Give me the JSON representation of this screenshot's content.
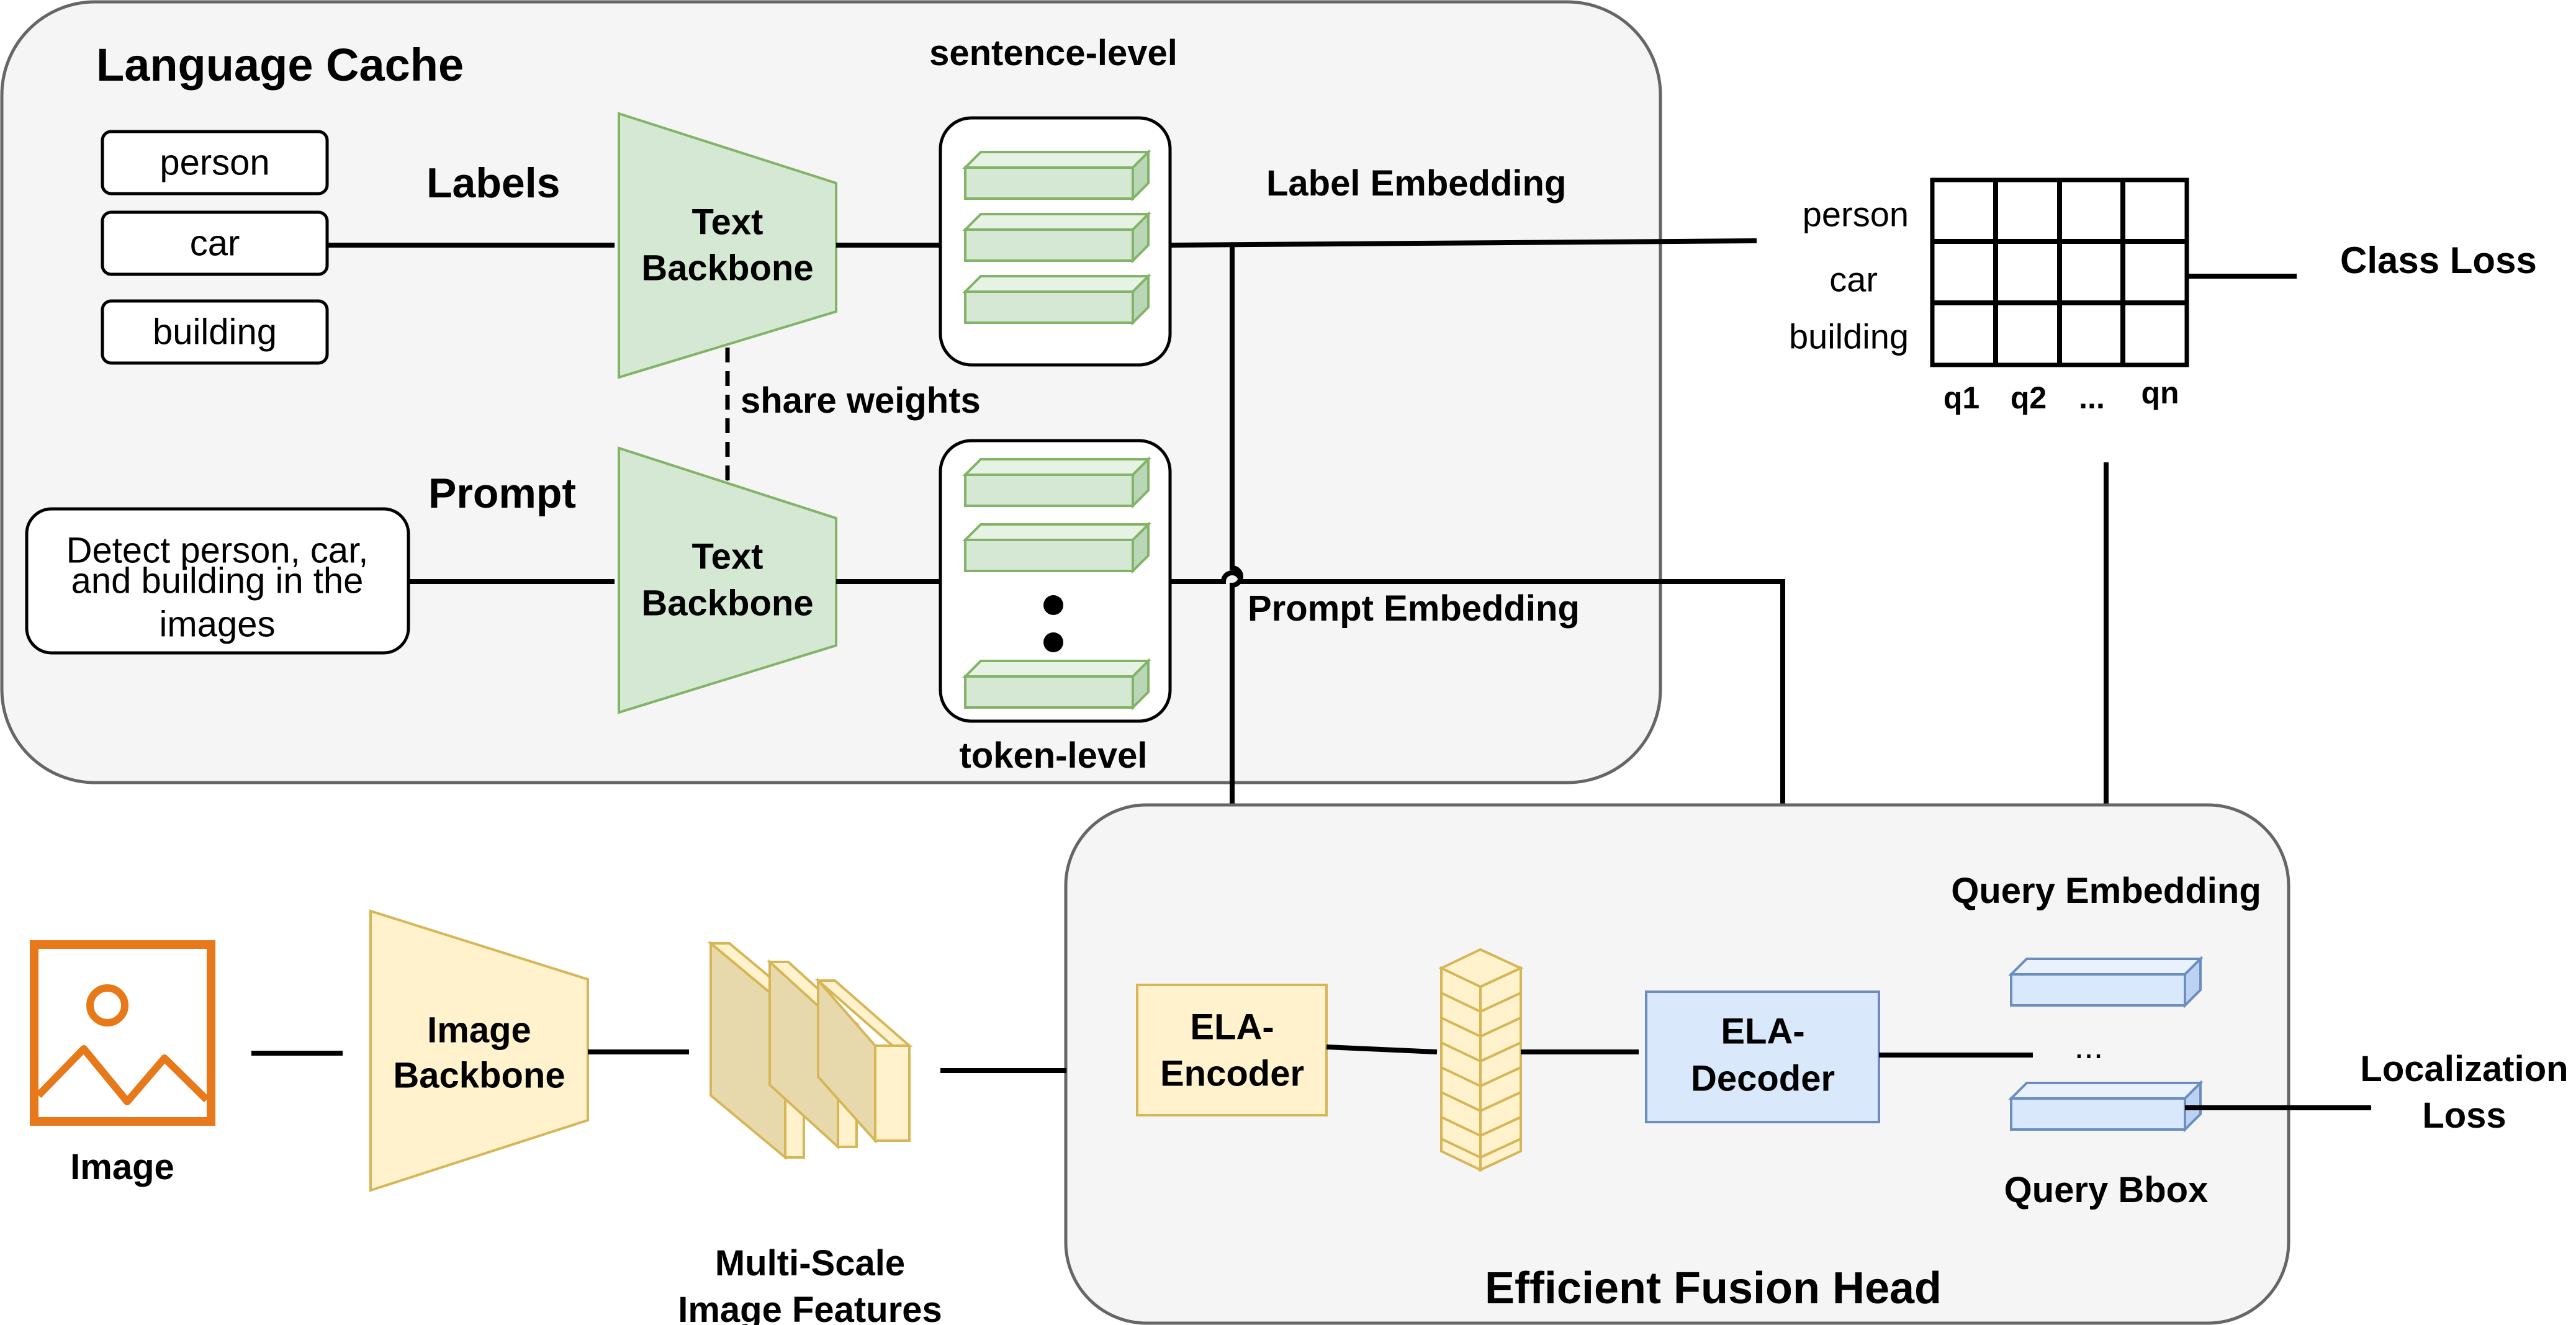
{
  "language_cache": {
    "title": "Language Cache",
    "labels_heading": "Labels",
    "prompt_heading": "Prompt",
    "label_items": [
      "person",
      "car",
      "building"
    ],
    "prompt_text_lines": [
      "Detect person, car,",
      "and building in the",
      "images"
    ],
    "text_backbone_line1": "Text",
    "text_backbone_line2": "Backbone",
    "share_weights": "share weights",
    "sentence_level": "sentence-level",
    "token_level": "token-level",
    "label_embedding": "Label Embedding",
    "prompt_embedding": "Prompt Embedding"
  },
  "similarity": {
    "row_labels": [
      "person",
      "car",
      "building"
    ],
    "column_labels": [
      "q1",
      "q2",
      "...",
      "qn"
    ],
    "class_loss": "Class Loss"
  },
  "image_branch": {
    "image_label": "Image",
    "image_backbone_line1": "Image",
    "image_backbone_line2": "Backbone",
    "features_line1": "Multi-Scale",
    "features_line2": "Image Features"
  },
  "fusion_head": {
    "title": "Efficient Fusion Head",
    "encoder_line1": "ELA-",
    "encoder_line2": "Encoder",
    "decoder_line1": "ELA-",
    "decoder_line2": "Decoder",
    "query_embedding": "Query Embedding",
    "query_bbox": "Query Bbox",
    "query_ellipsis": "...",
    "localization_loss_line1": "Localization",
    "localization_loss_line2": "Loss"
  },
  "colors": {
    "text_backbone_fill": "#d5e8d4",
    "image_backbone_fill": "#fff2cc",
    "decoder_fill": "#dae8fc",
    "image_icon": "#e8791a",
    "panel_fill": "#f5f5f5"
  }
}
